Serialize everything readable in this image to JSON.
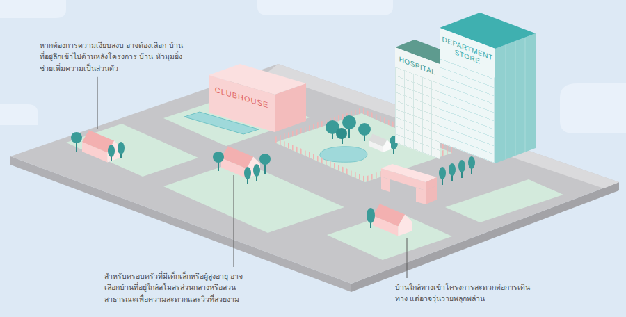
{
  "diagram": {
    "nodes": [
      {
        "text": [
          "CLUBHOUSE"
        ]
      },
      {
        "text": [
          "HOSPITAL"
        ]
      },
      {
        "text": [
          "DEPARTMENT STORE"
        ]
      }
    ],
    "labels": [
      "หากต้องการความเงียบสงบ อาจต้องเลือก บ้านที่อยู่ลึกเข้าไปด้านหลังโครงการ บ้าน หัวมุมยิ่งช่วยเพิ่มความเป็นส่วนตัว",
      "สำหรับครอบครัวที่มีเด็กเล็กหรือผู้สูงอายุ อาจ เลือกบ้านที่อยู่ใกล้สโมสรส่วนกลางหรือสวน สาธารณะเพื่อความสะดวกและวิวที่สวยงาม",
      "บ้านใกล้ทางเข้าโครงการสะดวกต่อการเดินทาง แต่อาจวุ่นวายพลุกพล่าน"
    ]
  }
}
